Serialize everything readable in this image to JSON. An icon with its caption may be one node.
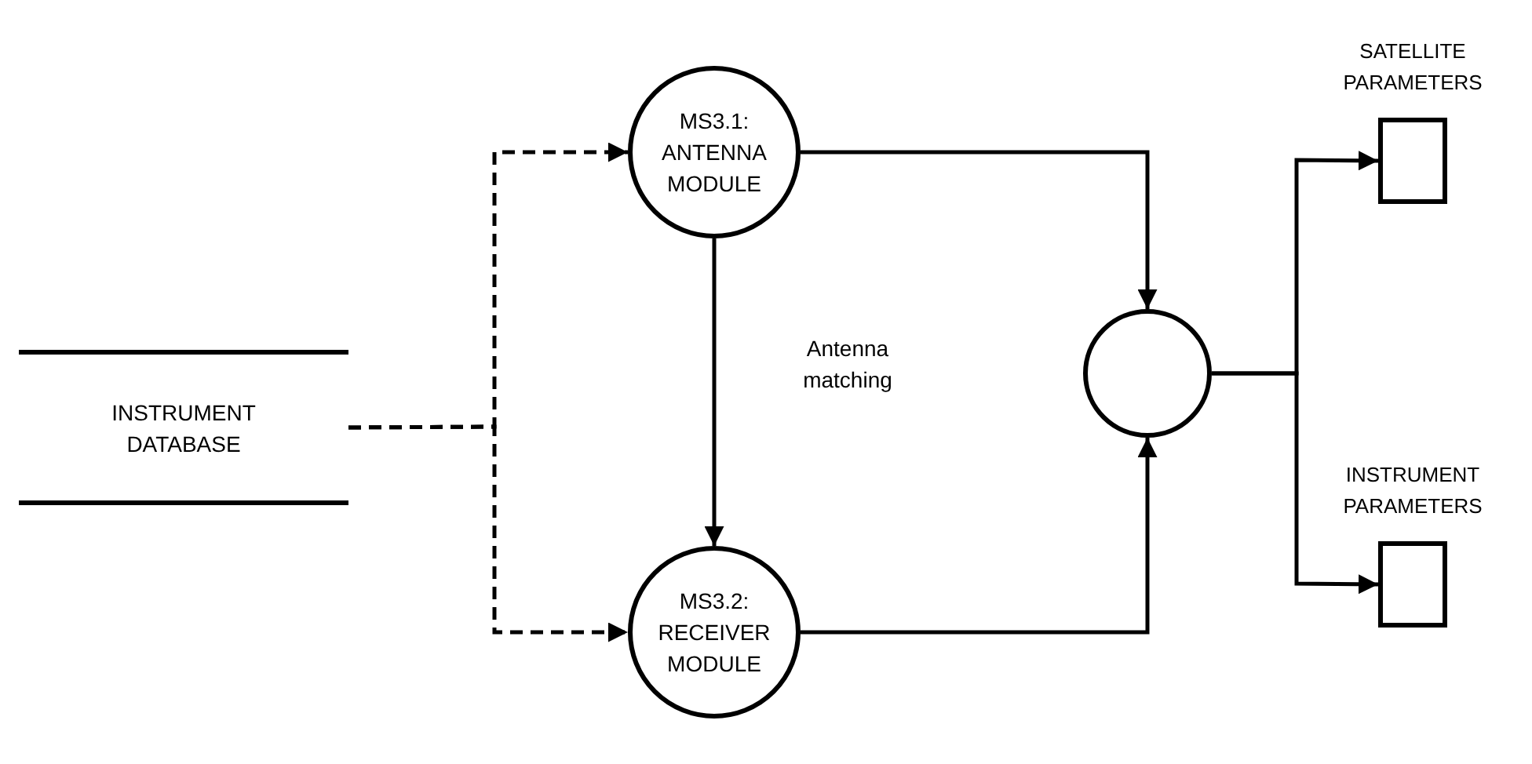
{
  "diagram": {
    "nodes": [
      {
        "text": [
          "INSTRUMENT DATABASE"
        ]
      },
      {
        "text": [
          "MS3.1: ANTENNA MODULE"
        ]
      },
      {
        "text": [
          "MS3.2: RECEIVER MODULE"
        ]
      },
      {
        "text": [],
        "shape": "circle"
      },
      {
        "text": [
          "SATELLITE PARAMETERS"
        ]
      },
      {
        "text": [
          "INSTRUMENT PARAMETERS"
        ]
      }
    ],
    "edges": [
      {
        "from": 0,
        "to": 1,
        "arrow": "to",
        "style": "dashed"
      },
      {
        "from": 0,
        "to": 2,
        "arrow": "to",
        "style": "dashed"
      },
      {
        "from": 1,
        "to": 2,
        "arrow": "to",
        "label": "Antenna matching"
      },
      {
        "from": 1,
        "to": 3,
        "arrow": "to"
      },
      {
        "from": 2,
        "to": 3,
        "arrow": "to"
      },
      {
        "from": 3,
        "to": 4,
        "arrow": "to"
      },
      {
        "from": 3,
        "to": 5,
        "arrow": "to"
      }
    ]
  }
}
